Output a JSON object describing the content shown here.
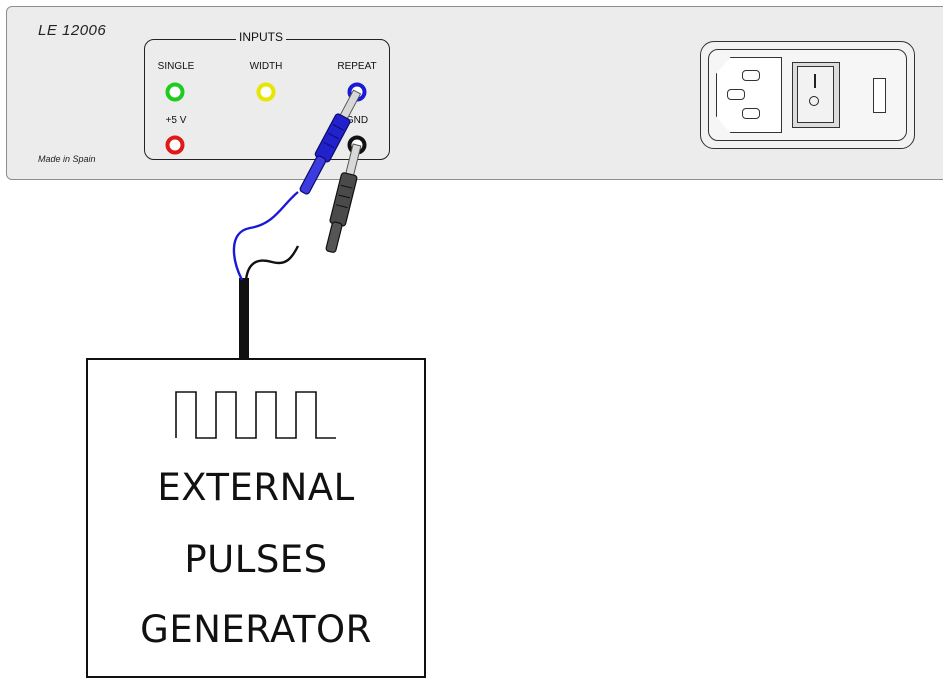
{
  "device": {
    "model": "LE 12006",
    "made_in": "Made in Spain",
    "inputs_title": "INPUTS",
    "jacks": [
      {
        "label": "SINGLE",
        "color": "#1ecc1e"
      },
      {
        "label": "WIDTH",
        "color": "#e6e600"
      },
      {
        "label": "REPEAT",
        "color": "#1a1ad6"
      },
      {
        "label": "+5 V",
        "color": "#e01818"
      },
      {
        "label": "GND",
        "color": "#111111"
      }
    ]
  },
  "generator": {
    "line1": "EXTERNAL",
    "line2": "PULSES",
    "line3": "GENERATOR"
  },
  "cables": {
    "signal_color": "#1a1ad6",
    "ground_color": "#111111"
  }
}
